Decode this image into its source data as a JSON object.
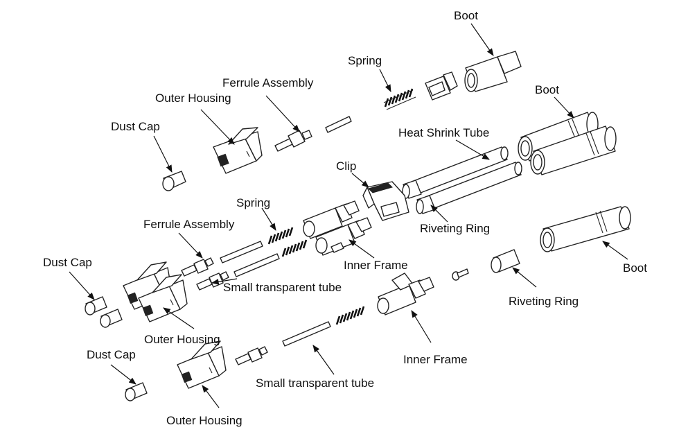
{
  "labels": {
    "boot_top": "Boot",
    "spring_top": "Spring",
    "ferrule_top": "Ferrule Assembly",
    "outer_housing_top": "Outer Housing",
    "dust_cap_top": "Dust Cap",
    "boot_duplex": "Boot",
    "heat_shrink_tube": "Heat Shrink Tube",
    "clip": "Clip",
    "riveting_ring_duplex": "Riveting Ring",
    "spring_duplex": "Spring",
    "ferrule_duplex": "Ferrule Assembly",
    "inner_frame_duplex": "Inner Frame",
    "dust_cap_duplex": "Dust Cap",
    "small_tube_duplex": "Small transparent tube",
    "boot_right": "Boot",
    "riveting_ring_right": "Riveting Ring",
    "outer_housing_duplex": "Outer Housing",
    "inner_frame_bottom": "Inner Frame",
    "dust_cap_bottom": "Dust Cap",
    "small_tube_bottom": "Small transparent tube",
    "outer_housing_bottom": "Outer Housing"
  }
}
